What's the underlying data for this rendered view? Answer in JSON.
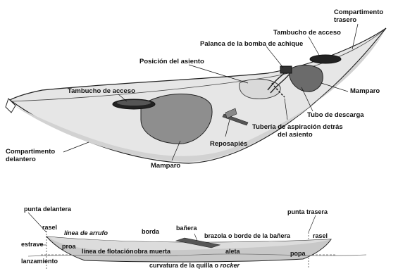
{
  "labels": {
    "compartimento_trasero": [
      "Compartimento",
      "trasero"
    ],
    "tambucho_trasero": "Tambucho de acceso",
    "palanca_bomba": "Palanca de la bomba de achique",
    "posicion_asiento": "Posición del asiento",
    "tambucho_delantero": "Tambucho de acceso",
    "mamparo_trasero": "Mamparo",
    "tubo_descarga": "Tubo de descarga",
    "tuberia_aspiracion": [
      "Tubería de aspiración detrás",
      "del asiento"
    ],
    "reposapies": "Reposapiés",
    "mamparo_delantero": "Mamparo",
    "compartimento_delantero": [
      "Compartimento",
      "delantero"
    ]
  },
  "profile": {
    "punta_delantera": "punta delantera",
    "punta_trasera": "punta trasera",
    "rasel_delantero": "rasel",
    "rasel_trasero": "rasel",
    "linea_arrufo": "línea de arrufo",
    "borda": "borda",
    "banera": "bañera",
    "brazola": "brazola o borde de la bañera",
    "estrave": "estrave",
    "proa": "proa",
    "linea_flotacion": "línea de flotación",
    "obra_muerta": "obra muerta",
    "aleta": "aleta",
    "popa": "popa",
    "lanzamiento": "lanzamiento",
    "curvatura_prefix": "curvatura de la quilla o ",
    "curvatura_em": "rocker"
  },
  "colors": {
    "hull_light": "#e6e6e6",
    "hull_mid": "#c8c8c8",
    "bulkhead": "#8e8e8e",
    "ink": "#111111"
  }
}
